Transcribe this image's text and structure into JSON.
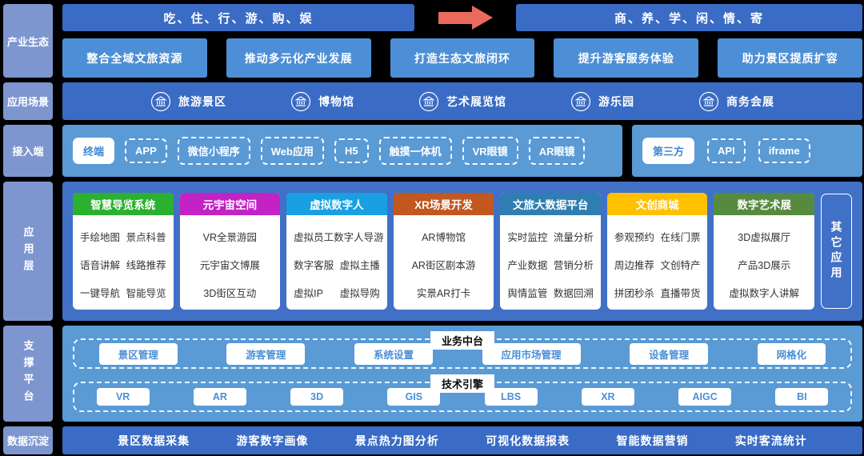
{
  "colors": {
    "background": "#000000",
    "bar_blue": "#3a6bc5",
    "goal_blue": "#4d8fd6",
    "panel_light_blue": "#5a9ad5",
    "app_panel_blue": "#4170c7",
    "sidebar_blue": "#7d96d0",
    "arrow_red": "#ea6a5e",
    "pill_text_blue": "#3f86d6",
    "header_green": "#2bb02f",
    "header_magenta": "#c322c5",
    "header_skyblue": "#18a0e2",
    "header_orange": "#c2571f",
    "header_steelblue": "#2f7eb2",
    "header_gold": "#ffc000",
    "header_olive": "#568b3f"
  },
  "sidebar": {
    "items": [
      "产业生态",
      "应用场景",
      "接入端",
      "应用层",
      "支撑平台",
      "数据沉淀"
    ]
  },
  "industry": {
    "left_bar": "吃、住、行、游、购、娱",
    "right_bar": "商、养、学、闲、情、寄",
    "arrow_icon": "right-arrow-icon",
    "goals": [
      "整合全域文旅资源",
      "推动多元化产业发展",
      "打造生态文旅闭环",
      "提升游客服务体验",
      "助力景区提质扩容"
    ]
  },
  "scenes": {
    "icon": "museum-icon",
    "items": [
      "旅游景区",
      "博物馆",
      "艺术展览馆",
      "游乐园",
      "商务会展"
    ]
  },
  "access": {
    "terminal": {
      "label": "终端",
      "items": [
        "APP",
        "微信小程序",
        "Web应用",
        "H5",
        "触摸一体机",
        "VR眼镜",
        "AR眼镜"
      ]
    },
    "third_party": {
      "label": "第三方",
      "items": [
        "API",
        "iframe"
      ]
    }
  },
  "applications": {
    "columns": [
      {
        "title": "智慧导览系统",
        "color": "#2bb02f",
        "rows": [
          [
            "手绘地图",
            "景点科普"
          ],
          [
            "语音讲解",
            "线路推荐"
          ],
          [
            "一键导航",
            "智能导览"
          ]
        ]
      },
      {
        "title": "元宇宙空间",
        "color": "#c322c5",
        "rows": [
          [
            "VR全景游园"
          ],
          [
            "元宇宙文博展"
          ],
          [
            "3D街区互动"
          ]
        ]
      },
      {
        "title": "虚拟数字人",
        "color": "#18a0e2",
        "rows": [
          [
            "虚拟员工",
            "数字人导游"
          ],
          [
            "数字客服",
            "虚拟主播"
          ],
          [
            "虚拟IP",
            "虚拟导购"
          ]
        ]
      },
      {
        "title": "XR场景开发",
        "color": "#c2571f",
        "rows": [
          [
            "AR博物馆"
          ],
          [
            "AR街区剧本游"
          ],
          [
            "实景AR打卡"
          ]
        ]
      },
      {
        "title": "文旅大数据平台",
        "color": "#2f7eb2",
        "rows": [
          [
            "实时监控",
            "流量分析"
          ],
          [
            "产业数据",
            "营销分析"
          ],
          [
            "舆情监管",
            "数据回溯"
          ]
        ]
      },
      {
        "title": "文创商城",
        "color": "#ffc000",
        "rows": [
          [
            "参观预约",
            "在线门票"
          ],
          [
            "周边推荐",
            "文创特产"
          ],
          [
            "拼团秒杀",
            "直播带货"
          ]
        ]
      },
      {
        "title": "数字艺术展",
        "color": "#568b3f",
        "rows": [
          [
            "3D虚拟展厅"
          ],
          [
            "产品3D展示"
          ],
          [
            "虚拟数字人讲解"
          ]
        ]
      }
    ],
    "other": "其它应用"
  },
  "support": {
    "business": {
      "title": "业务中台",
      "items": [
        "景区管理",
        "游客管理",
        "系统设置",
        "应用市场管理",
        "设备管理",
        "网格化"
      ]
    },
    "tech": {
      "title": "技术引擎",
      "items": [
        "VR",
        "AR",
        "3D",
        "GIS",
        "LBS",
        "XR",
        "AIGC",
        "BI"
      ]
    }
  },
  "data_layer": {
    "items": [
      "景区数据采集",
      "游客数字画像",
      "景点热力图分析",
      "可视化数据报表",
      "智能数据营销",
      "实时客流统计"
    ]
  }
}
